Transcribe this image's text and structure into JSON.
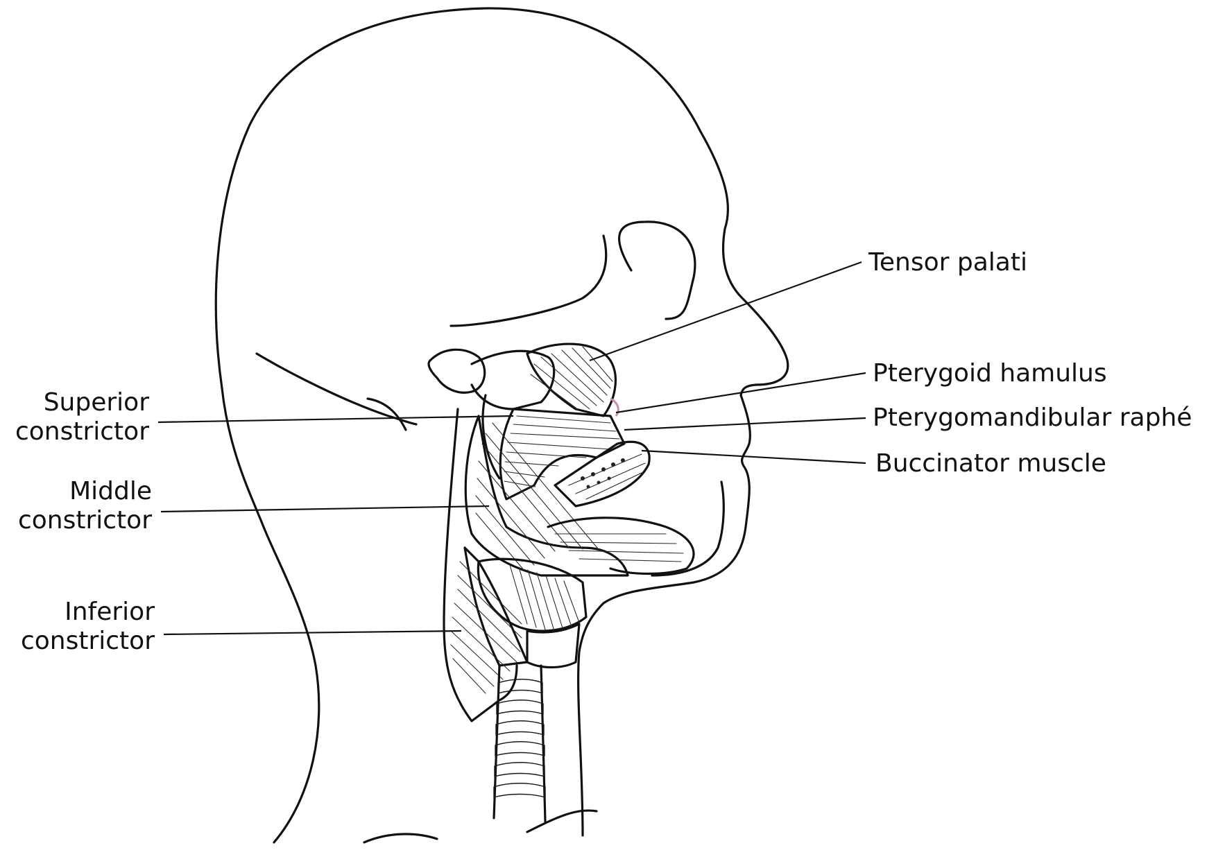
{
  "labels": {
    "tensor_palati": "Tensor palati",
    "pterygoid_hamulus": "Pterygoid hamulus",
    "pterygomandibular_raphe": "Pterygomandibular raphé",
    "buccinator_muscle": "Buccinator muscle",
    "superior_constrictor": {
      "line1": "Superior",
      "line2": "constrictor"
    },
    "middle_constrictor": {
      "line1": "Middle",
      "line2": "constrictor"
    },
    "inferior_constrictor": {
      "line1": "Inferior",
      "line2": "constrictor"
    }
  },
  "colors": {
    "ink": "#111111",
    "background": "#ffffff",
    "hamulus_accent": "#c98bb0"
  }
}
